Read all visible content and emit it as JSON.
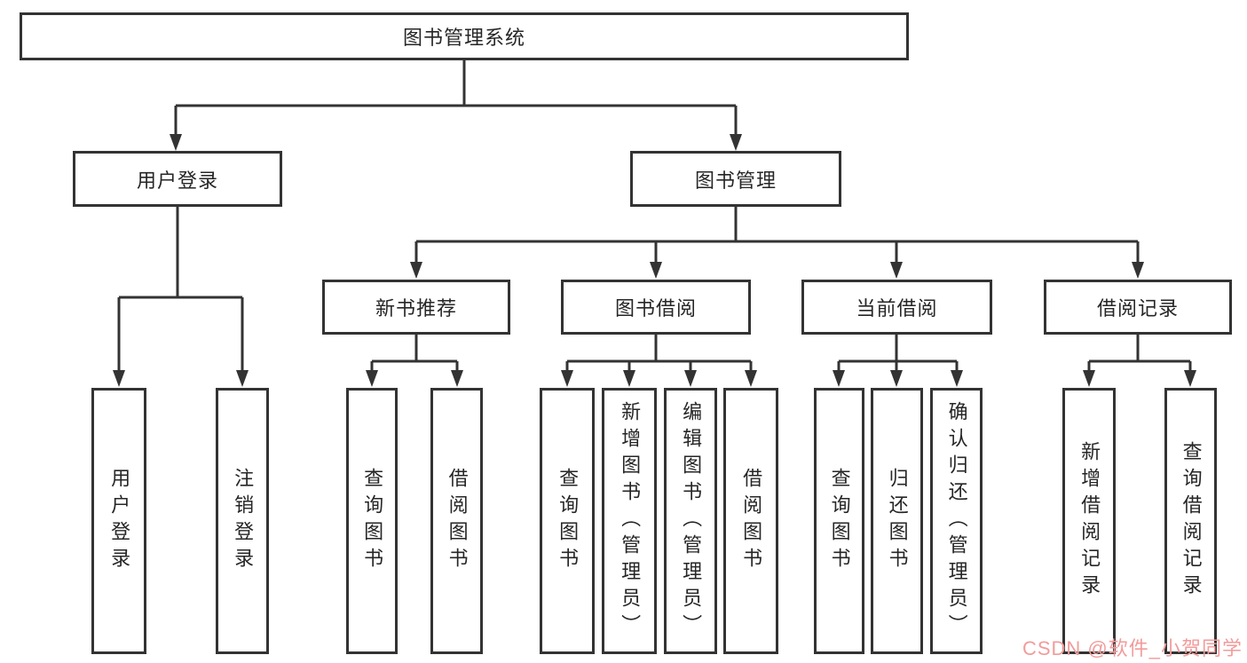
{
  "nodes": {
    "root": {
      "label": "图书管理系统"
    },
    "l2": [
      {
        "label": "用户登录"
      },
      {
        "label": "图书管理"
      }
    ],
    "l3": [
      {
        "label": "新书推荐"
      },
      {
        "label": "图书借阅"
      },
      {
        "label": "当前借阅"
      },
      {
        "label": "借阅记录"
      }
    ],
    "leaves": [
      {
        "label": "用户登录",
        "parent": "用户登录"
      },
      {
        "label": "注销登录",
        "parent": "用户登录"
      },
      {
        "label": "查询图书",
        "parent": "新书推荐"
      },
      {
        "label": "借阅图书",
        "parent": "新书推荐"
      },
      {
        "label": "查询图书",
        "parent": "图书借阅"
      },
      {
        "label": "新增图书（管理员）",
        "parent": "图书借阅"
      },
      {
        "label": "编辑图书（管理员）",
        "parent": "图书借阅"
      },
      {
        "label": "借阅图书",
        "parent": "图书借阅"
      },
      {
        "label": "查询图书",
        "parent": "当前借阅"
      },
      {
        "label": "归还图书",
        "parent": "当前借阅"
      },
      {
        "label": "确认归还（管理员）",
        "parent": "当前借阅"
      },
      {
        "label": "新增借阅记录",
        "parent": "借阅记录"
      },
      {
        "label": "查询借阅记录",
        "parent": "借阅记录"
      }
    ]
  },
  "hierarchy": {
    "图书管理系统": [
      "用户登录",
      "图书管理"
    ],
    "用户登录": [
      "用户登录",
      "注销登录"
    ],
    "图书管理": [
      "新书推荐",
      "图书借阅",
      "当前借阅",
      "借阅记录"
    ],
    "新书推荐": [
      "查询图书",
      "借阅图书"
    ],
    "图书借阅": [
      "查询图书",
      "新增图书（管理员）",
      "编辑图书（管理员）",
      "借阅图书"
    ],
    "当前借阅": [
      "查询图书",
      "归还图书",
      "确认归还（管理员）"
    ],
    "借阅记录": [
      "新增借阅记录",
      "查询借阅记录"
    ]
  },
  "watermark": {
    "text": "CSDN @软件_小贺同学"
  },
  "colors": {
    "line": "#333333",
    "node_text": "#262626",
    "background": "#ffffff",
    "watermark": "#f29b9b"
  }
}
